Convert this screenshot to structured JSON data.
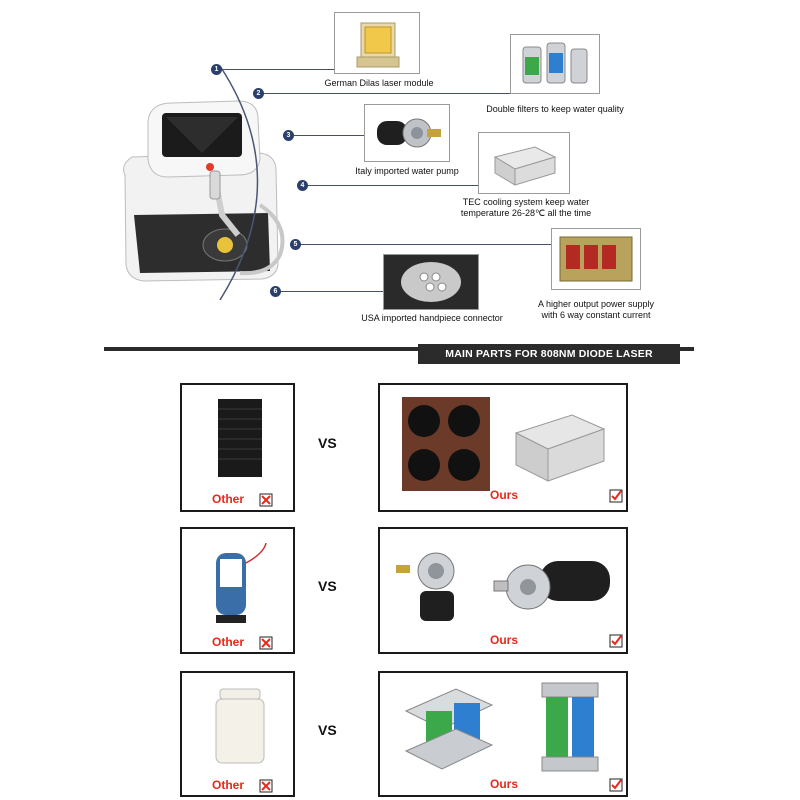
{
  "features": [
    {
      "number": "1",
      "caption": "German Dilas laser module"
    },
    {
      "number": "2",
      "caption": "Double filters to keep water quality"
    },
    {
      "number": "3",
      "caption": "Italy imported water pump"
    },
    {
      "number": "4",
      "caption": "TEC cooling system keep water temperature 26-28℃ all the time",
      "caption_lines": [
        "TEC cooling system keep water",
        "temperature 26-28℃  all the time"
      ]
    },
    {
      "number": "5",
      "caption": "A higher output power supply with 6 way constant current",
      "caption_lines": [
        "A higher output power supply",
        "with 6 way constant current"
      ]
    },
    {
      "number": "6",
      "caption": "USA imported handpiece connector"
    }
  ],
  "banner": "MAIN PARTS FOR 808NM DIODE LASER",
  "comparisons": [
    {
      "left_label": "Other",
      "vs": "VS",
      "right_label": "Ours"
    },
    {
      "left_label": "Other",
      "vs": "VS",
      "right_label": "Ours"
    },
    {
      "left_label": "Other",
      "vs": "VS",
      "right_label": "Ours"
    }
  ],
  "colors": {
    "accent_red": "#e8281a",
    "dark": "#2b2b2b",
    "number_badge": "#2a3f6b"
  }
}
